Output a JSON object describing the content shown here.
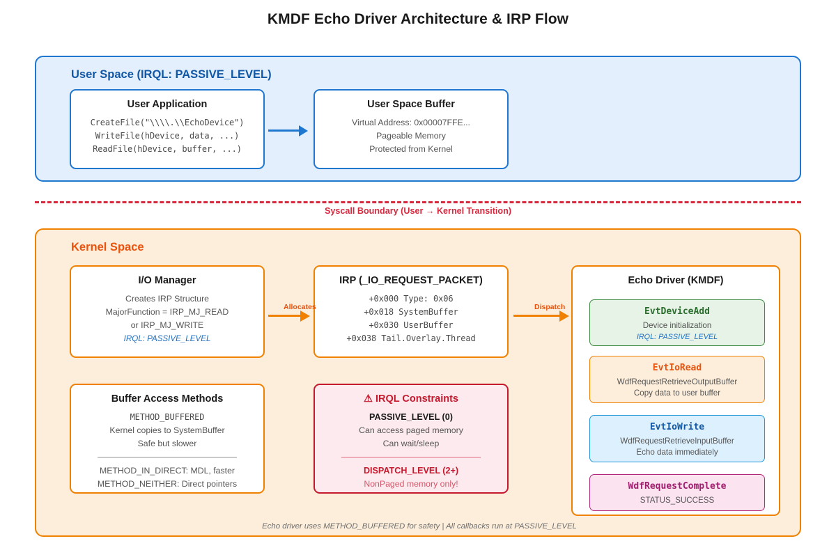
{
  "title": "KMDF Echo Driver Architecture & IRP Flow",
  "colors": {
    "user_border": "#1f77d0",
    "user_fill": "#e3effc",
    "kernel_border": "#f08000",
    "kernel_fill": "#fdeedb",
    "boundary": "#d6293e",
    "danger": "#c5192d",
    "green": "#3d8b40",
    "blue": "#2196d8",
    "magenta": "#b0297a"
  },
  "user_space": {
    "label": "User Space (IRQL: PASSIVE_LEVEL)",
    "cards": [
      {
        "name": "user-application",
        "title": "User Application",
        "lines": [
          "CreateFile(\"\\\\\\\\.\\\\EchoDevice\")",
          "WriteFile(hDevice, data, ...)",
          "ReadFile(hDevice, buffer, ...)"
        ]
      },
      {
        "name": "user-space-buffer",
        "title": "User Space Buffer",
        "lines": [
          "Virtual Address: 0x00007FFE...",
          "Pageable Memory",
          "Protected from Kernel"
        ]
      }
    ],
    "arrow_label": ""
  },
  "boundary": {
    "label": "Syscall Boundary (User → Kernel Transition)"
  },
  "kernel_space": {
    "label": "Kernel Space",
    "footnote": "Echo driver uses METHOD_BUFFERED for safety | All callbacks run at PASSIVE_LEVEL",
    "io_manager": {
      "title": "I/O Manager",
      "lines": [
        "Creates IRP Structure",
        "MajorFunction = IRP_MJ_READ",
        "or IRP_MJ_WRITE"
      ],
      "irql": "IRQL: PASSIVE_LEVEL"
    },
    "irp": {
      "title": "IRP (_IO_REQUEST_PACKET)",
      "lines": [
        "+0x000 Type: 0x06",
        "+0x018 SystemBuffer",
        "+0x030 UserBuffer",
        "+0x038 Tail.Overlay.Thread"
      ]
    },
    "buffer_methods": {
      "title": "Buffer Access Methods",
      "primary": "METHOD_BUFFERED",
      "lines": [
        "Kernel copies to SystemBuffer",
        "Safe but slower"
      ],
      "alt_lines": [
        "METHOD_IN_DIRECT: MDL, faster",
        "METHOD_NEITHER: Direct pointers"
      ]
    },
    "irql_constraints": {
      "warn_glyph": "⚠",
      "title": "IRQL Constraints",
      "passive_head": "PASSIVE_LEVEL (0)",
      "passive_lines": [
        "Can access paged memory",
        "Can wait/sleep"
      ],
      "dispatch_head": "DISPATCH_LEVEL (2+)",
      "dispatch_line": "NonPaged memory only!"
    },
    "driver": {
      "title": "Echo Driver (KMDF)",
      "callbacks": [
        {
          "name": "evt-device-add",
          "title": "EvtDeviceAdd",
          "line1": "Device initialization",
          "irql": "IRQL: PASSIVE_LEVEL"
        },
        {
          "name": "evt-io-read",
          "title": "EvtIoRead",
          "line1": "WdfRequestRetrieveOutputBuffer",
          "line2": "Copy data to user buffer"
        },
        {
          "name": "evt-io-write",
          "title": "EvtIoWrite",
          "line1": "WdfRequestRetrieveInputBuffer",
          "line2": "Echo data immediately"
        },
        {
          "name": "wdf-request-complete",
          "title": "WdfRequestComplete",
          "line1": "STATUS_SUCCESS"
        }
      ]
    },
    "arrows": {
      "allocates": "Allocates",
      "dispatch": "Dispatch"
    }
  }
}
